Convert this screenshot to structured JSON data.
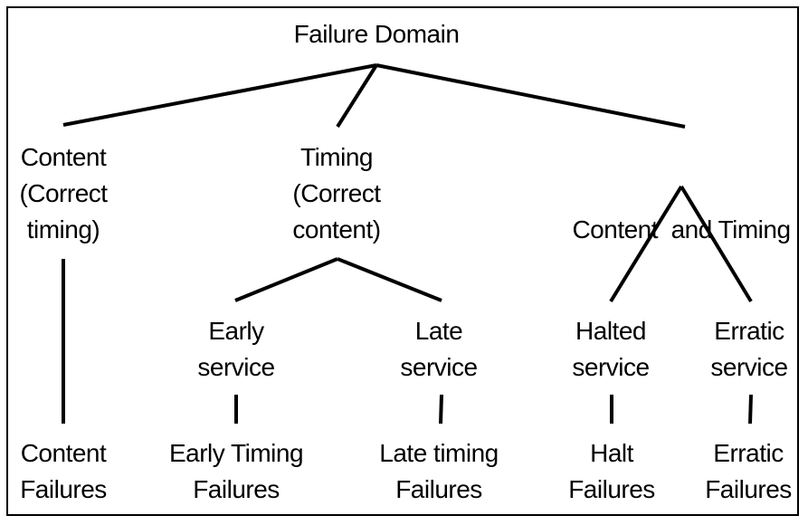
{
  "diagram": {
    "root": {
      "label": "Failure Domain"
    },
    "content": {
      "line1": "Content",
      "line2": "(Correct",
      "line3": "timing)"
    },
    "timing": {
      "line1": "Timing",
      "line2": "(Correct",
      "line3": "content)"
    },
    "content_timing": {
      "label": "Content  and Timing"
    },
    "early_service": {
      "line1": "Early",
      "line2": "service"
    },
    "late_service": {
      "line1": "Late",
      "line2": "service"
    },
    "halted_service": {
      "line1": "Halted",
      "line2": "service"
    },
    "erratic_service": {
      "line1": "Erratic",
      "line2": "service"
    },
    "content_failures": {
      "line1": "Content",
      "line2": "Failures"
    },
    "early_timing_failures": {
      "line1": "Early Timing",
      "line2": "Failures"
    },
    "late_timing_failures": {
      "line1": "Late timing",
      "line2": "Failures"
    },
    "halt_failures": {
      "line1": "Halt",
      "line2": "Failures"
    },
    "erratic_failures": {
      "line1": "Erratic",
      "line2": "Failures"
    }
  }
}
